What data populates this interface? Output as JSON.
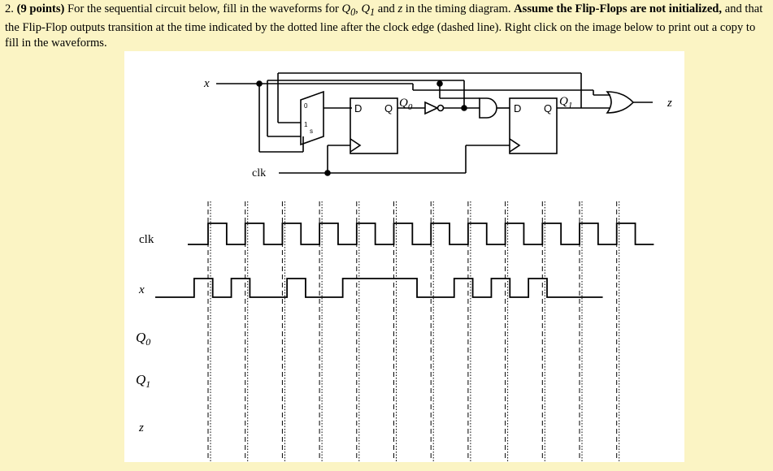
{
  "question": {
    "number": "2.",
    "points": "(9 points)",
    "text1": " For the sequential circuit below, fill in the waveforms for ",
    "q0": "Q",
    "q0_sub": "0",
    "sep1": ", ",
    "q1": "Q",
    "q1_sub": "1",
    "text2": " and ",
    "z": "z",
    "text3": " in the timing diagram. ",
    "bold1": "Assume the Flip-Flops are not initialized,",
    "text4": " and that the Flip-Flop outputs transition at the time indicated by the dotted line after the clock edge (dashed line). Right click on the image below to print out a copy to fill in the waveforms."
  },
  "circuit": {
    "input_x": "x",
    "clk": "clk",
    "mux_in0": "0",
    "mux_in1": "1",
    "mux_sel": "s",
    "ff0_d": "D",
    "ff0_q": "Q",
    "ff0_out": "Q",
    "ff0_out_sub": "0",
    "ff1_d": "D",
    "ff1_q": "Q",
    "ff1_out": "Q",
    "ff1_out_sub": "1",
    "output_z": "z"
  },
  "timing": {
    "signals": [
      "clk",
      "x",
      "Q",
      "Q",
      "z"
    ],
    "q0_sub": "0",
    "q1_sub": "1",
    "clock_cycles": 12,
    "x_waveform": [
      0,
      1,
      0,
      1,
      0,
      0,
      1,
      0,
      0,
      1,
      1,
      1,
      1,
      0,
      0,
      1,
      0,
      1,
      0,
      1,
      0,
      0,
      0
    ]
  }
}
